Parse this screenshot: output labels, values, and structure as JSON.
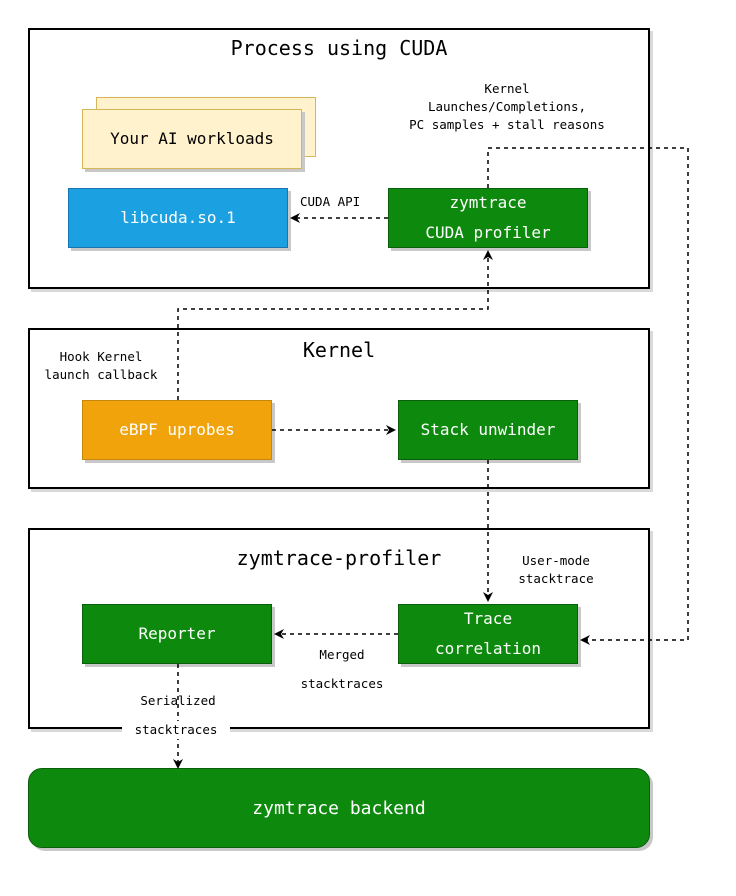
{
  "frames": {
    "process": {
      "title": "Process using CUDA"
    },
    "kernel": {
      "title": "Kernel"
    },
    "profiler": {
      "title": "zymtrace-profiler"
    }
  },
  "nodes": {
    "ai_workloads": "Your AI workloads",
    "libcuda": "libcuda.so.1",
    "cuda_profiler_line1": "zymtrace",
    "cuda_profiler_line2": "CUDA profiler",
    "ebpf": "eBPF uprobes",
    "stack_unwinder": "Stack unwinder",
    "trace_corr_line1": "Trace",
    "trace_corr_line2": "correlation",
    "reporter": "Reporter",
    "backend": "zymtrace backend"
  },
  "edge_labels": {
    "cuda_api": "CUDA API",
    "kernel_events_line1": "Kernel",
    "kernel_events_line2": "Launches/Completions,",
    "kernel_events_line3": "PC samples + stall reasons",
    "hook_line1": "Hook Kernel",
    "hook_line2": "launch callback",
    "user_mode_line1": "User-mode",
    "user_mode_line2": "stacktrace",
    "merged_line1": "Merged",
    "merged_line2": "stacktraces",
    "serialized_line1": "Serialized",
    "serialized_line2": "stacktraces"
  }
}
